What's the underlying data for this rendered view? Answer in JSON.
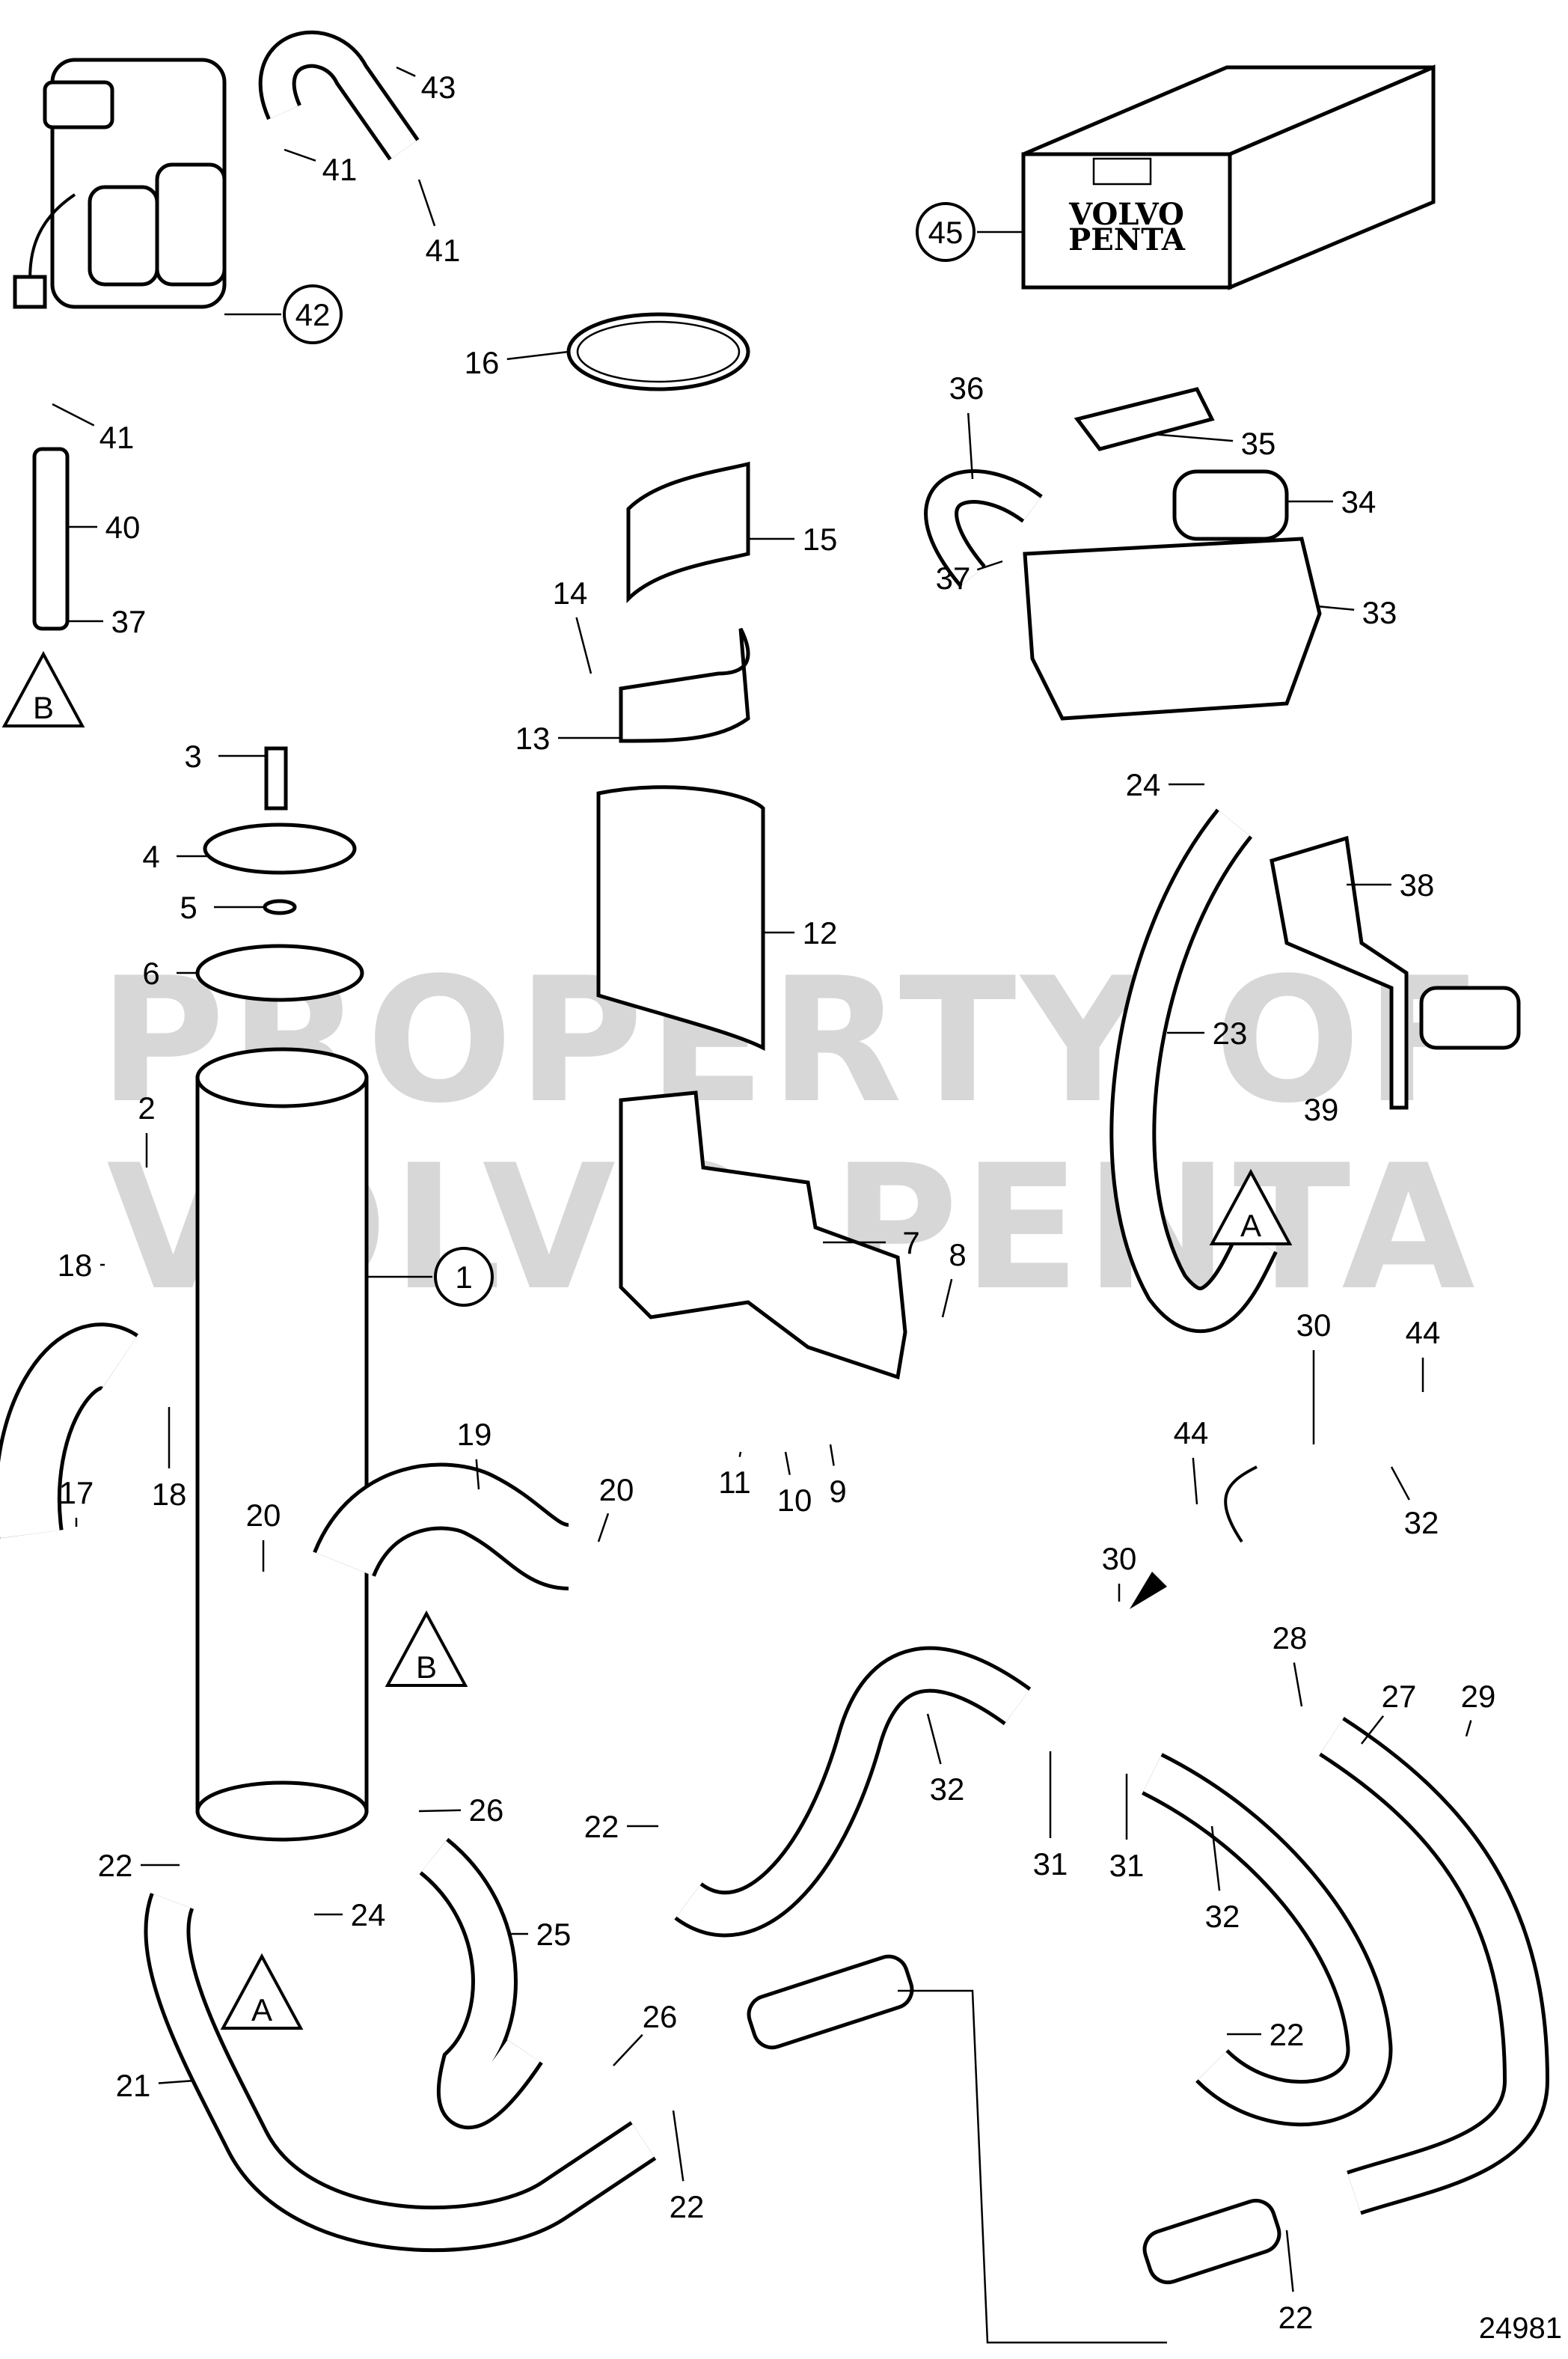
{
  "diagram": {
    "drawing_number": "24981",
    "watermark": [
      "PROPERTY OF",
      "VOLVO PENTA"
    ],
    "box_logo": [
      "VOLVO",
      "PENTA"
    ],
    "callouts": [
      "43",
      "41",
      "41",
      "42",
      "41",
      "40",
      "37",
      "B",
      "16",
      "45",
      "35",
      "36",
      "34",
      "37",
      "33",
      "15",
      "14",
      "13",
      "3",
      "4",
      "5",
      "6",
      "12",
      "24",
      "38",
      "23",
      "39",
      "A",
      "2",
      "1",
      "7",
      "8",
      "18",
      "17",
      "18",
      "11",
      "10",
      "9",
      "19",
      "20",
      "20",
      "B",
      "30",
      "44",
      "44",
      "32",
      "30",
      "28",
      "27",
      "29",
      "26",
      "22",
      "24",
      "A",
      "25",
      "32",
      "22",
      "31",
      "31",
      "32",
      "26",
      "21",
      "22",
      "22",
      "22"
    ]
  }
}
